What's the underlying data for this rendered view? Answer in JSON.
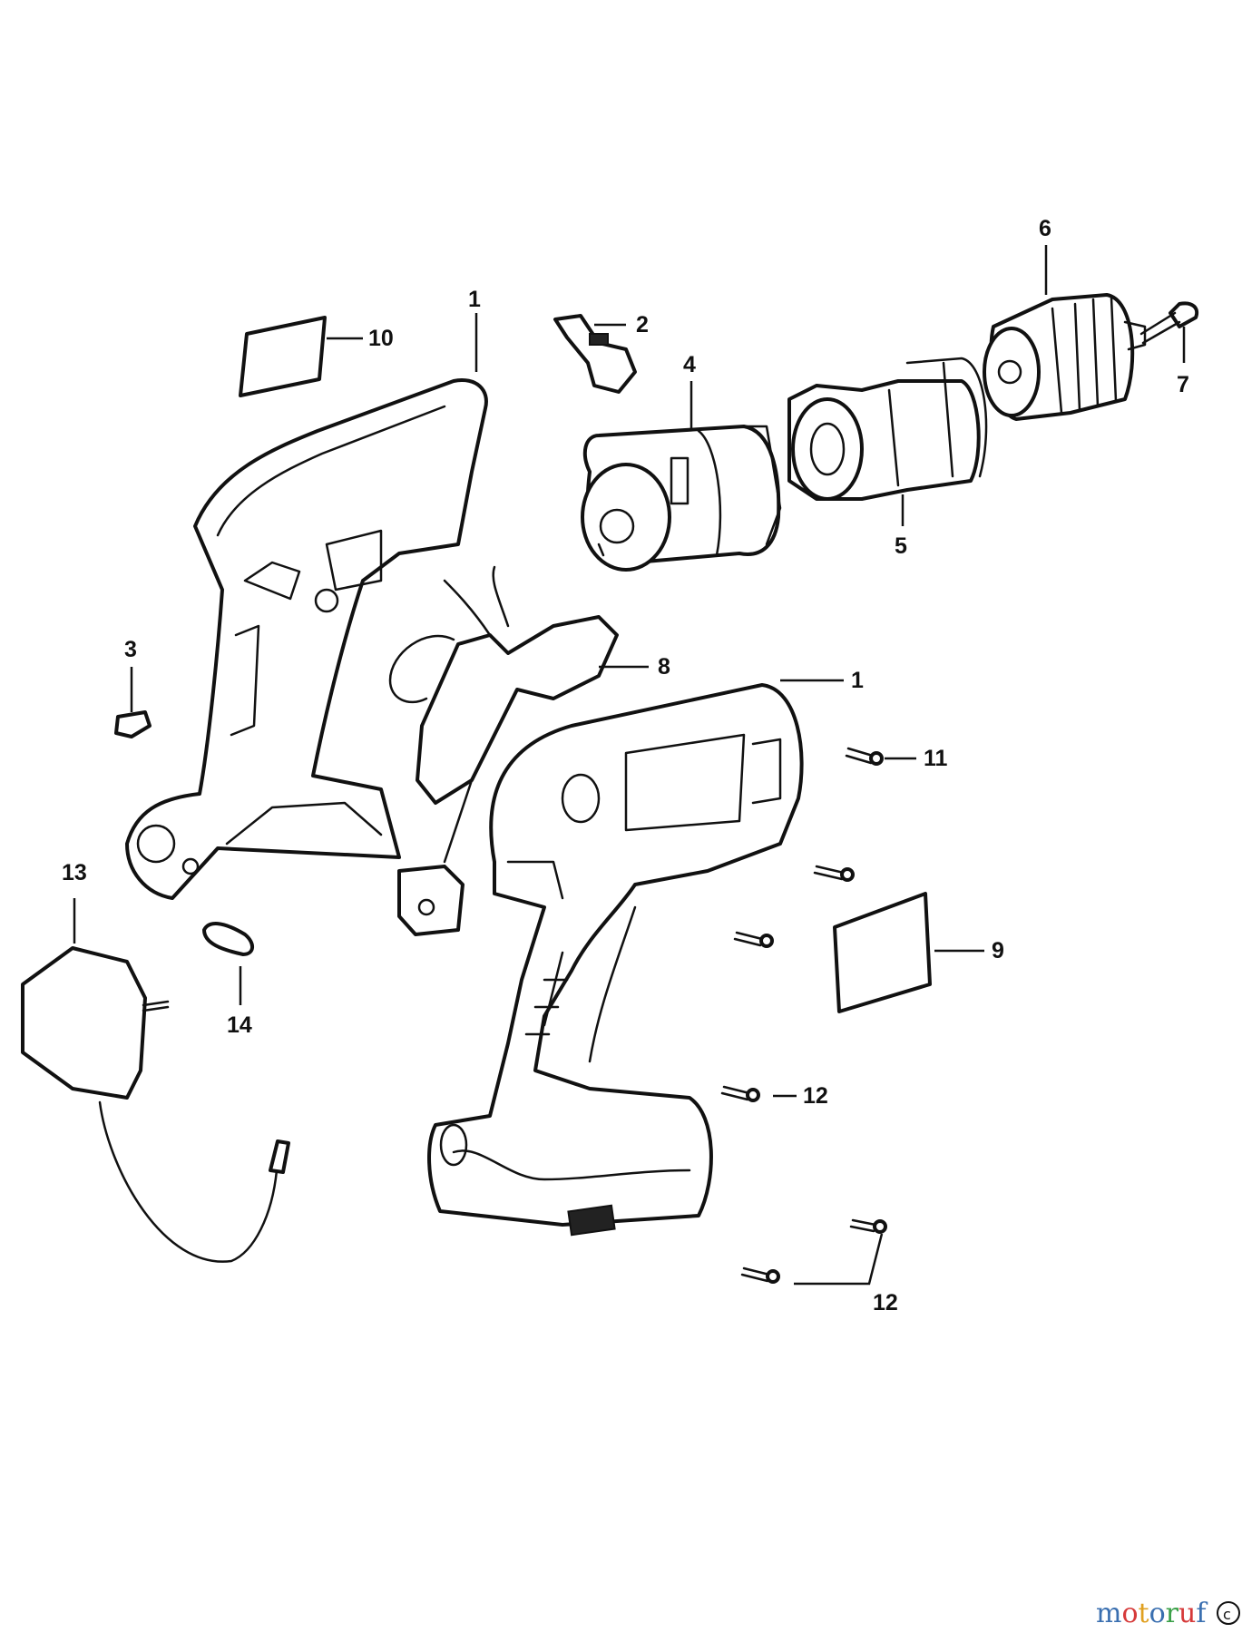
{
  "callouts": [
    {
      "id": "callout-1-top",
      "text": "1"
    },
    {
      "id": "callout-1-right",
      "text": "1"
    },
    {
      "id": "callout-2",
      "text": "2"
    },
    {
      "id": "callout-3",
      "text": "3"
    },
    {
      "id": "callout-4",
      "text": "4"
    },
    {
      "id": "callout-5",
      "text": "5"
    },
    {
      "id": "callout-6",
      "text": "6"
    },
    {
      "id": "callout-7",
      "text": "7"
    },
    {
      "id": "callout-8",
      "text": "8"
    },
    {
      "id": "callout-9",
      "text": "9"
    },
    {
      "id": "callout-10",
      "text": "10"
    },
    {
      "id": "callout-11",
      "text": "11"
    },
    {
      "id": "callout-12-upper",
      "text": "12"
    },
    {
      "id": "callout-12-lower",
      "text": "12"
    },
    {
      "id": "callout-13",
      "text": "13"
    },
    {
      "id": "callout-14",
      "text": "14"
    }
  ],
  "watermark": {
    "letters": [
      "m",
      "o",
      "t",
      "o",
      "r",
      "u",
      "f"
    ],
    "colors": [
      "#3a6fb0",
      "#d63a3a",
      "#e0a020",
      "#3a6fb0",
      "#3aa048",
      "#d63a3a",
      "#3a6fb0"
    ],
    "suffix": "c"
  }
}
